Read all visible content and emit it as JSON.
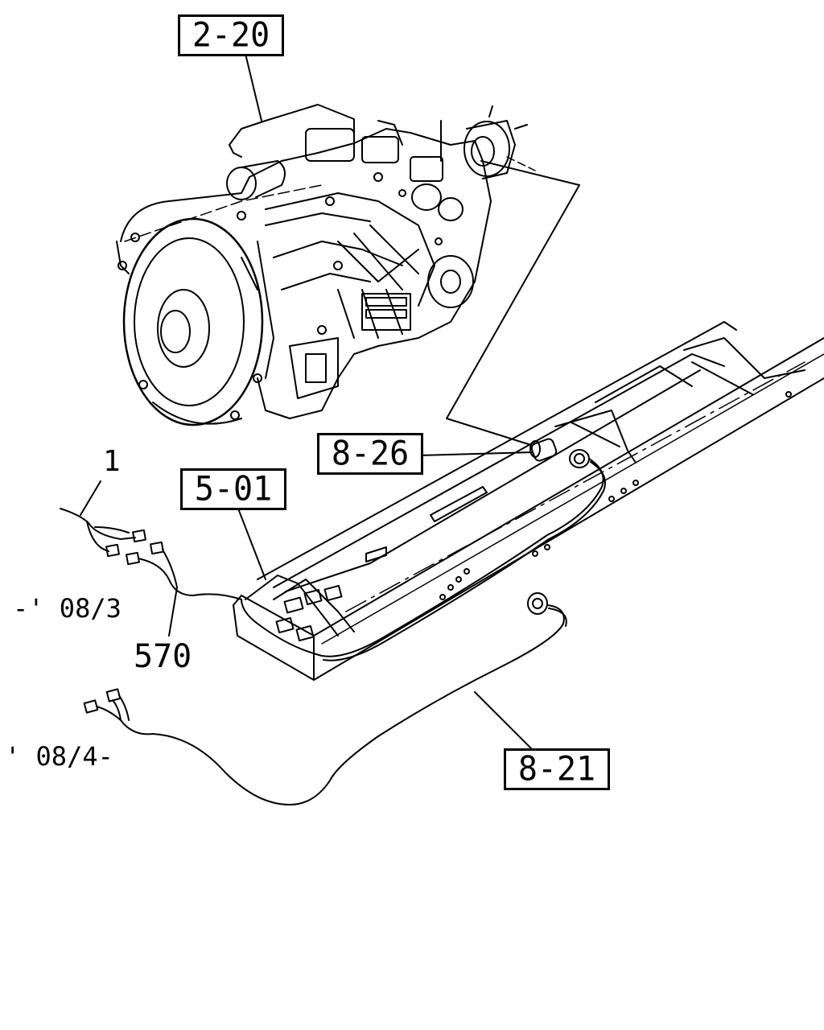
{
  "references": {
    "r220": "2-20",
    "r826": "8-26",
    "r501": "5-01",
    "r821": "8-21"
  },
  "labels": {
    "item1": "1",
    "item570": "570",
    "range_upto": "-' 08/3",
    "range_from": "' 08/4-"
  },
  "colors": {
    "line": "#000000",
    "background": "#ffffff"
  }
}
